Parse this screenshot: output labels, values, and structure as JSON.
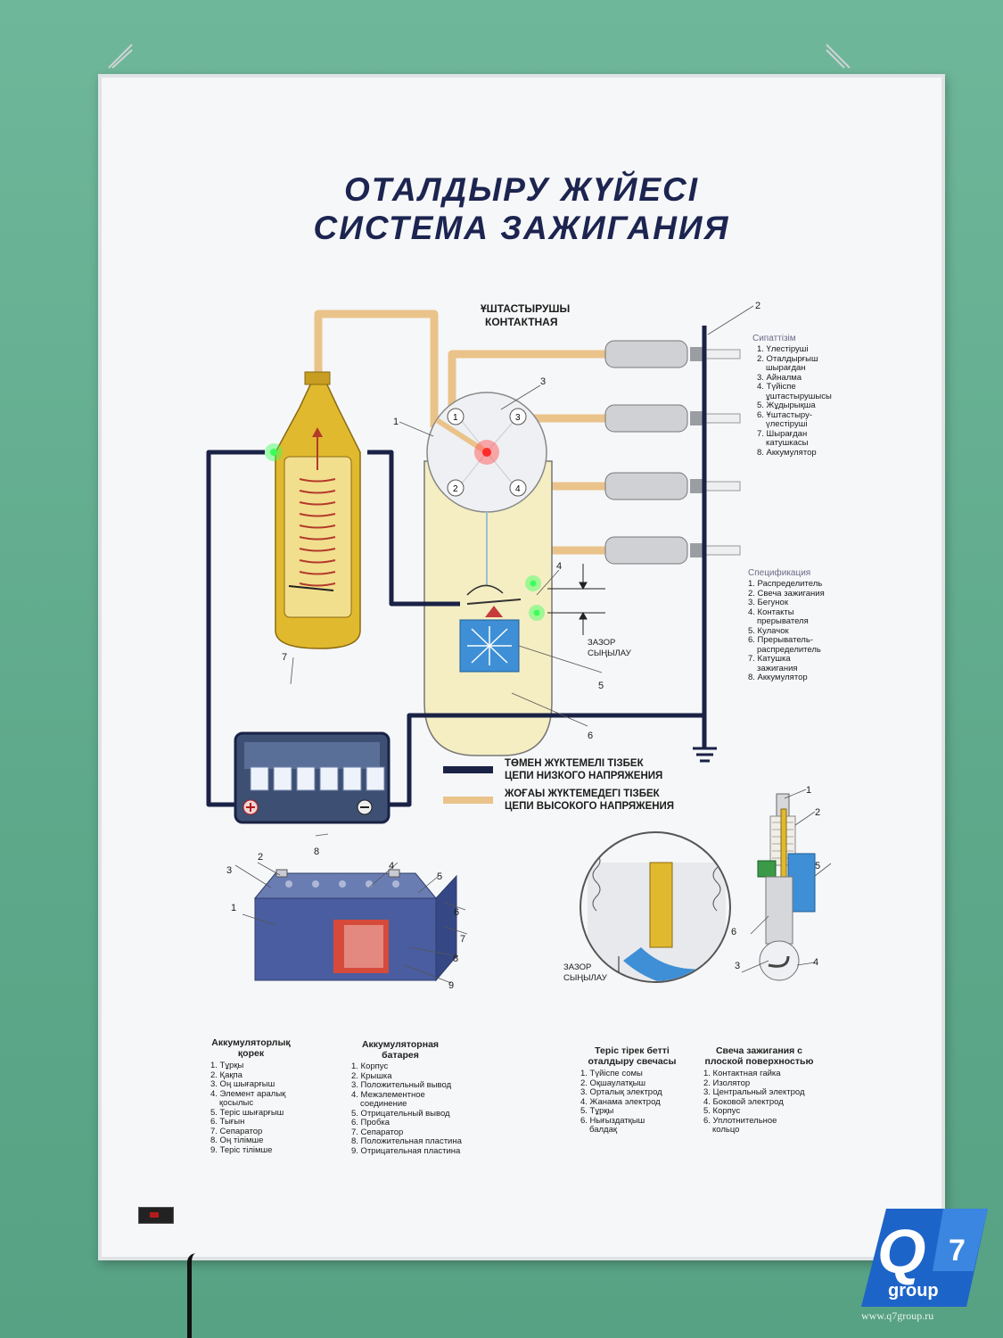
{
  "title": {
    "line1": "ОТАЛДЫРУ ЖҮЙЕСІ",
    "line2": "СИСТЕМА ЗАЖИГАНИЯ"
  },
  "distributor_label": {
    "line1": "ҰШТАСТЫРУШЫ",
    "line2": "КОНТАКТНАЯ"
  },
  "gap_label": {
    "line1": "ЗАЗОР",
    "line2": "СЫҢЫЛАУ"
  },
  "callouts": {
    "n1": "1",
    "n2": "2",
    "n3": "3",
    "n4": "4",
    "n5": "5",
    "n6": "6",
    "n7": "7",
    "n8": "8",
    "n9": "9"
  },
  "distributor_terminals": [
    "1",
    "2",
    "3",
    "4"
  ],
  "legend": {
    "low": {
      "kk": "ТӨМЕН ЖҮКТЕМЕЛІ ТІЗБЕК",
      "ru": "ЦЕПИ НИЗКОГО НАПРЯЖЕНИЯ",
      "color": "#1a2246"
    },
    "high": {
      "kk": "ЖОҒАЫ ЖҮКТЕМЕДЕГІ ТІЗБЕК",
      "ru": "ЦЕПИ ВЫСОКОГО НАПРЯЖЕНИЯ",
      "color": "#eac38a"
    }
  },
  "spec_kk": {
    "title": "Сипаттізім",
    "items": [
      "1. Үлестіруші",
      "2. Оталдырғыш",
      "шырағдан",
      "3. Айналма",
      "4. Түйіспе",
      "ұштастырушысы",
      "5. Жұдырықша",
      "6. Ұштастыру-",
      "үлестіруші",
      "7. Шырағдан",
      "катушкасы",
      "8. Аккумулятор"
    ]
  },
  "spec_ru": {
    "title": "Спецификация",
    "items": [
      "1. Распределитель",
      "2. Свеча зажигания",
      "3. Бегунок",
      "4. Контакты",
      "прерывателя",
      "5. Кулачок",
      "6. Прерыватель-",
      "распределитель",
      "7. Катушка",
      "зажигания",
      "8. Аккумулятор"
    ]
  },
  "battery_kk": {
    "title1": "Аккумуляторлық",
    "title2": "қорек",
    "items": [
      "1. Тұрқы",
      "2. Қақпа",
      "3. Оң шығарғыш",
      "4. Элемент аралық",
      "қосылыс",
      "5. Теріс шығарғыш",
      "6. Тығын",
      "7. Сепаратор",
      "8. Оң тілімше",
      "9. Теріс тілімше"
    ]
  },
  "battery_ru": {
    "title1": "Аккумуляторная",
    "title2": "батарея",
    "items": [
      "1. Корпус",
      "2. Крышка",
      "3. Положительный вывод",
      "4. Межэлементное",
      "соединение",
      "5. Отрицательный вывод",
      "6. Пробка",
      "7. Сепаратор",
      "8. Положительная пластина",
      "9. Отрицательная пластина"
    ]
  },
  "plug_kk": {
    "title1": "Теріс тірек бетті",
    "title2": "оталдыру свечасы",
    "items": [
      "1. Түйіспе сомы",
      "2. Оқшаулатқыш",
      "3. Орталық электрод",
      "4. Жанама электрод",
      "5. Тұрқы",
      "6. Нығыздатқыш",
      "балдақ"
    ]
  },
  "plug_ru": {
    "title1": "Свеча зажигания с",
    "title2": "плоской поверхностью",
    "items": [
      "1. Контактная гайка",
      "2. Изолятор",
      "3. Центральный электрод",
      "4. Боковой электрод",
      "5. Корпус",
      "6. Уплотнительное",
      "кольцо"
    ]
  },
  "logo": {
    "main": "Q",
    "num": "7",
    "sub": "group"
  },
  "watermark": "www.q7group.ru",
  "colors": {
    "low_wire": "#1a2246",
    "high_wire": "#eac38a",
    "coil": "#e0b92e",
    "distributor": "#f5eec3",
    "led_green": "#3aff5a",
    "led_red": "#ff3a3a"
  }
}
